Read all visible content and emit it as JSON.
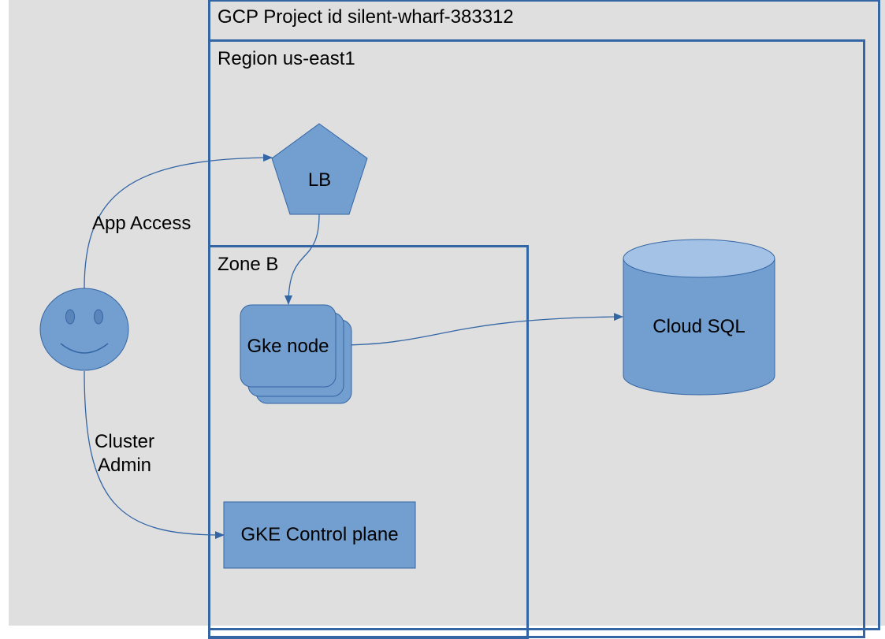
{
  "project": {
    "label": "GCP Project id silent-wharf-383312"
  },
  "region": {
    "label": "Region us-east1"
  },
  "zone": {
    "label": "Zone B"
  },
  "nodes": {
    "lb": {
      "label": "LB"
    },
    "gke_node": {
      "label": "Gke node",
      "stack_count": 3
    },
    "cloud_sql": {
      "label": "Cloud SQL"
    },
    "control_plane": {
      "label": "GKE Control plane"
    },
    "user": {
      "icon": "smiley-user-icon"
    }
  },
  "edges": {
    "app_access": {
      "label": "App Access"
    },
    "cluster_admin": {
      "label_line1": "Cluster",
      "label_line2": "Admin"
    }
  },
  "colors": {
    "border": "#3466a5",
    "shape_fill": "#729fcf",
    "shape_stroke": "#3466a5",
    "db_top_fill": "#a4c2e5",
    "background": "#dfdfdf"
  }
}
